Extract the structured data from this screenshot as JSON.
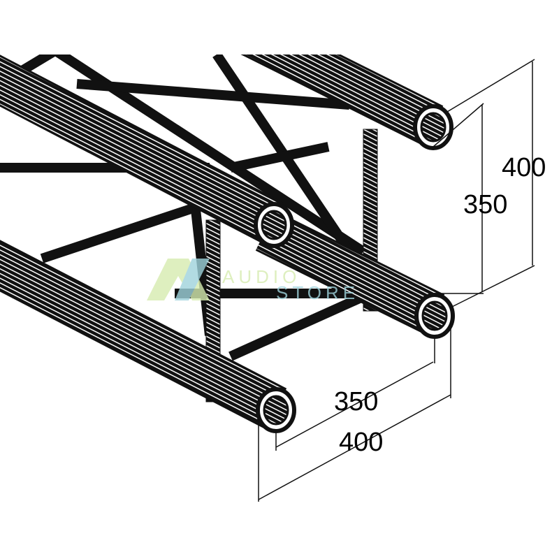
{
  "diagram": {
    "dimensions": {
      "outer_height": "400",
      "inner_height": "350",
      "inner_width": "350",
      "outer_width": "400"
    },
    "watermark": {
      "logo": "AV",
      "line1": "AUDIO",
      "line2": "STORE",
      "colors": {
        "green": "#d6ecb0",
        "teal": "#9fd3dc"
      }
    },
    "colors": {
      "tube": "#111111",
      "highlight": "#ffffff",
      "background": "#ffffff"
    }
  }
}
